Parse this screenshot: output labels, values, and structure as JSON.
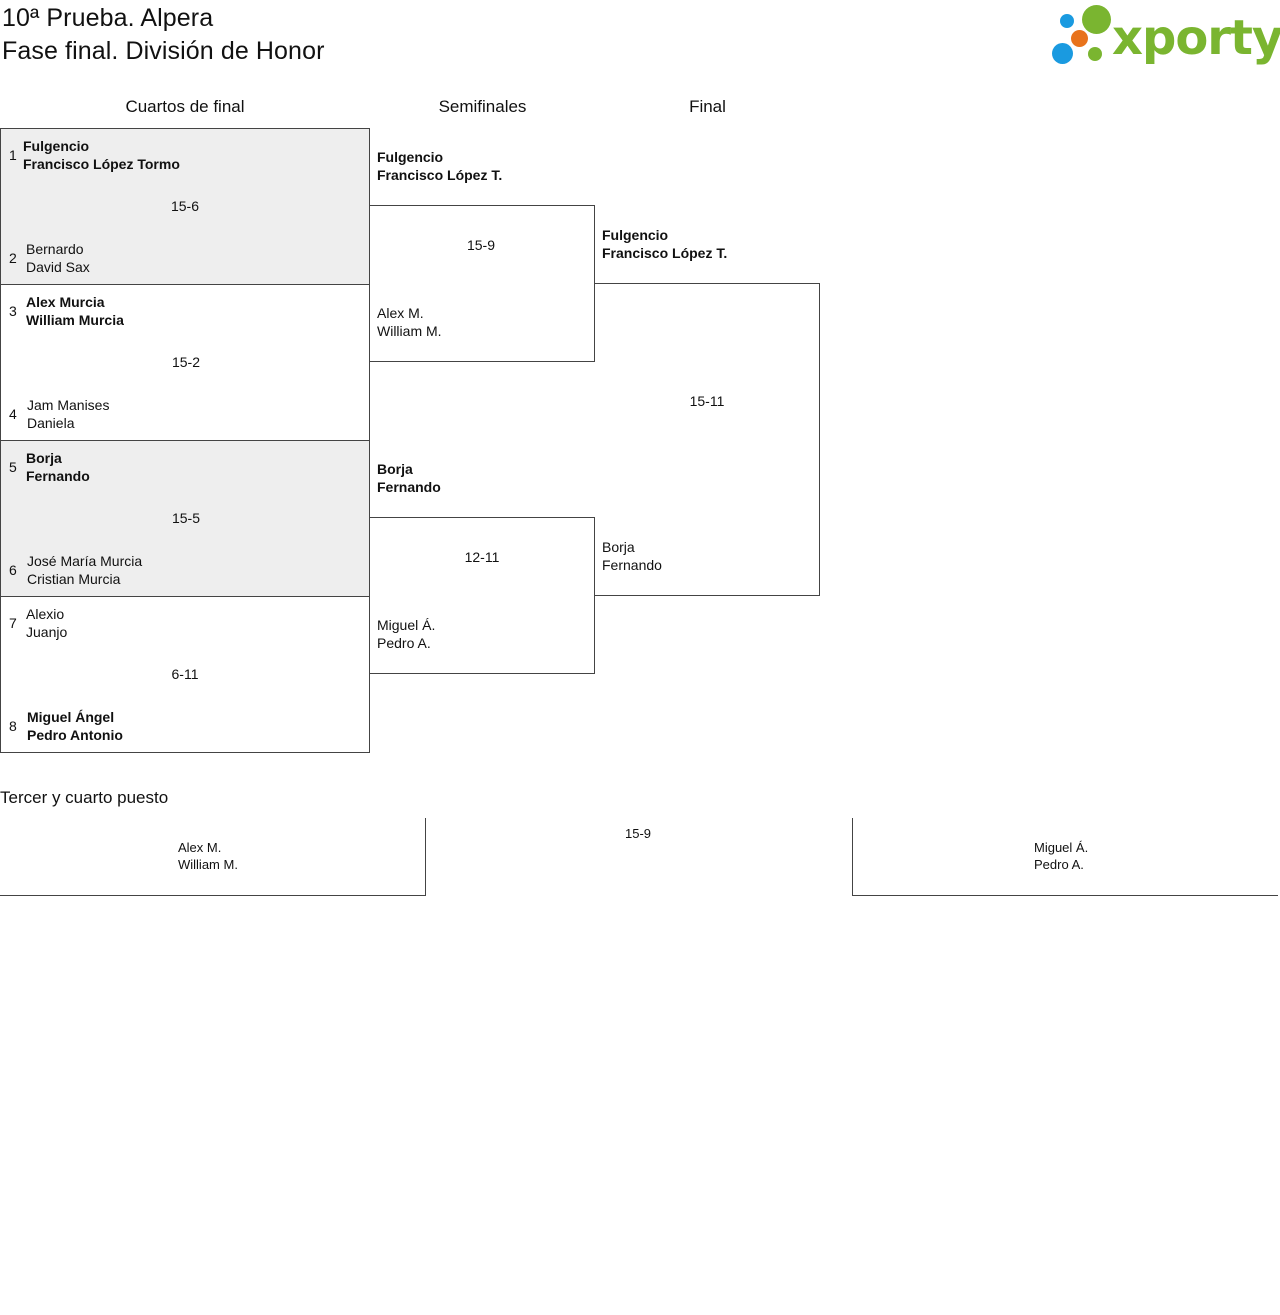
{
  "header": {
    "title_line1": "10ª Prueba. Alpera",
    "title_line2": "Fase final. División de Honor",
    "logo_text": "xporty",
    "logo_colors": {
      "green": "#7ab530",
      "orange": "#e8731c",
      "blue": "#1a9ae0"
    }
  },
  "rounds": {
    "quarterfinals": "Cuartos de final",
    "semifinals": "Semifinales",
    "final": "Final"
  },
  "quarterfinals": [
    {
      "score": "15-6",
      "top": {
        "seed": "1",
        "line1": "Fulgencio",
        "line2": "Francisco López Tormo",
        "winner": true
      },
      "bottom": {
        "seed": "2",
        "line1": "Bernardo",
        "line2": "David Sax",
        "winner": false
      }
    },
    {
      "score": "15-2",
      "top": {
        "seed": "3",
        "line1": "Alex Murcia",
        "line2": "William Murcia",
        "winner": true
      },
      "bottom": {
        "seed": "4",
        "line1": "Jam Manises",
        "line2": "Daniela",
        "winner": false
      }
    },
    {
      "score": "15-5",
      "top": {
        "seed": "5",
        "line1": "Borja",
        "line2": "Fernando",
        "winner": true
      },
      "bottom": {
        "seed": "6",
        "line1": "José María Murcia",
        "line2": "Cristian Murcia",
        "winner": false
      }
    },
    {
      "score": "6-11",
      "top": {
        "seed": "7",
        "line1": "Alexio",
        "line2": "Juanjo",
        "winner": false
      },
      "bottom": {
        "seed": "8",
        "line1": "Miguel Ángel",
        "line2": "Pedro Antonio",
        "winner": true
      }
    }
  ],
  "semifinals": [
    {
      "score": "15-9",
      "top": {
        "line1": "Fulgencio",
        "line2": "Francisco López T.",
        "winner": true
      },
      "bottom": {
        "line1": "Alex M.",
        "line2": "William M.",
        "winner": false
      }
    },
    {
      "score": "12-11",
      "top": {
        "line1": "Borja",
        "line2": "Fernando",
        "winner": true
      },
      "bottom": {
        "line1": "Miguel Á.",
        "line2": "Pedro A.",
        "winner": false
      }
    }
  ],
  "final": {
    "score": "15-11",
    "top": {
      "line1": "Fulgencio",
      "line2": "Francisco López T.",
      "winner": true
    },
    "bottom": {
      "line1": "Borja",
      "line2": "Fernando",
      "winner": false
    }
  },
  "third_place": {
    "title": "Tercer y cuarto puesto",
    "score": "15-9",
    "left": {
      "line1": "Alex M.",
      "line2": "William M."
    },
    "right": {
      "line1": "Miguel Á.",
      "line2": "Pedro A."
    }
  }
}
